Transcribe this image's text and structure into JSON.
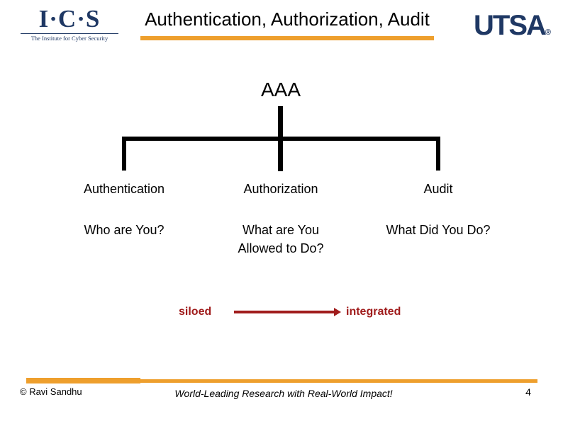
{
  "header": {
    "title": "Authentication, Authorization, Audit",
    "accent_color": "#EE9F2D",
    "ics_logo": {
      "mark": "I·C·S",
      "tagline": "The Institute for Cyber Security",
      "color": "#1F3864"
    },
    "utsa_logo": {
      "text": "UTSA",
      "registered_mark": "®",
      "color": "#1F3864"
    }
  },
  "diagram": {
    "root_label": "AAA",
    "line_color": "#000000",
    "columns": [
      {
        "heading": "Authentication",
        "question": "Who are You?"
      },
      {
        "heading": "Authorization",
        "question": "What are You\nAllowed to Do?"
      },
      {
        "heading": "Audit",
        "question": "What Did You Do?"
      }
    ]
  },
  "flow": {
    "from_label": "siloed",
    "to_label": "integrated",
    "color": "#A01C1C"
  },
  "footer": {
    "copyright": "© Ravi  Sandhu",
    "tagline": "World-Leading Research with Real-World Impact!",
    "page_number": "4",
    "accent_color": "#EE9F2D"
  }
}
